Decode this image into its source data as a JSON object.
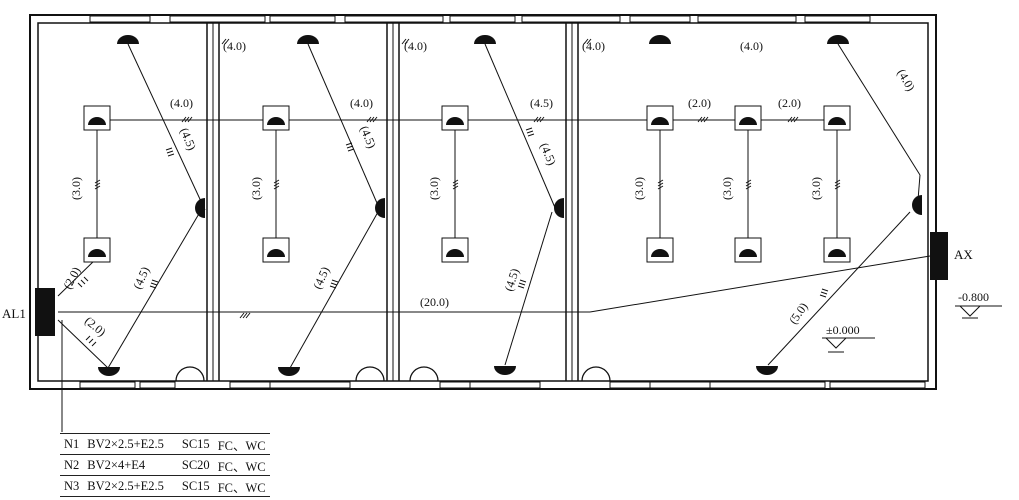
{
  "labels": {
    "panel_left": "AL1",
    "panel_right": "AX",
    "level_outdoor": "-0.800",
    "level_floor": "±0.000"
  },
  "dimensions": {
    "top": [
      "(4.0)",
      "(4.0)",
      "(4.0)",
      "(4.0)"
    ],
    "branch_diagonal": [
      "(4.5)",
      "(4.5)",
      "(4.5)",
      "(4.0)"
    ],
    "mid_row": [
      "(4.0)",
      "(4.0)",
      "(4.5)",
      "(2.0)",
      "(2.0)"
    ],
    "vertical": [
      "(3.0)",
      "(3.0)",
      "(3.0)",
      "(3.0)",
      "(3.0)",
      "(3.0)"
    ],
    "lower_diagonal": [
      "(4.5)",
      "(4.5)",
      "(4.5)",
      "(5.0)"
    ],
    "feeder_left": [
      "(2.0)",
      "(2.0)"
    ],
    "feeder_main": "(20.0)"
  },
  "circuits": [
    {
      "id": "N1",
      "cable": "BV2×2.5+E2.5",
      "conduit": "SC15",
      "laying": "FC、WC"
    },
    {
      "id": "N2",
      "cable": "BV2×4+E4",
      "conduit": "SC20",
      "laying": "FC、WC"
    },
    {
      "id": "N3",
      "cable": "BV2×2.5+E2.5",
      "conduit": "SC15",
      "laying": "FC、WC"
    }
  ]
}
